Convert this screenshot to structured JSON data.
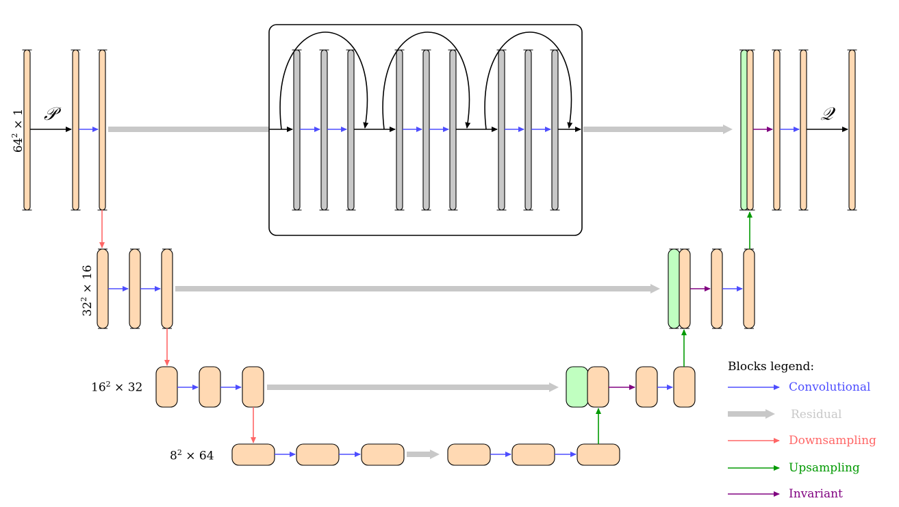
{
  "diagram": {
    "input_op": "𝒫",
    "output_op": "𝒬",
    "levels": [
      {
        "base": "64",
        "exp": "2",
        "rest": " × 1"
      },
      {
        "base": "32",
        "exp": "2",
        "rest": " × 16"
      },
      {
        "base": "16",
        "exp": "2",
        "rest": " × 32"
      },
      {
        "base": "8",
        "exp": "2",
        "rest": " × 64"
      }
    ]
  },
  "legend": {
    "title": "Blocks legend:",
    "items": [
      {
        "label": "Convolutional",
        "color": "#4d4dff",
        "style": "thin"
      },
      {
        "label": "Residual",
        "color": "#c8c8c8",
        "style": "thick"
      },
      {
        "label": "Downsampling",
        "color": "#ff6666",
        "style": "thin"
      },
      {
        "label": "Upsampling",
        "color": "#009900",
        "style": "thin"
      },
      {
        "label": "Invariant",
        "color": "#800080",
        "style": "thin"
      }
    ]
  },
  "colors": {
    "block": "#ffd9b3",
    "residual_block": "#c8c8c8",
    "skip_block": "#c0ffc0",
    "conv": "#4d4dff",
    "residual": "#c8c8c8",
    "down": "#ff6666",
    "up": "#009900",
    "invariant": "#800080"
  }
}
